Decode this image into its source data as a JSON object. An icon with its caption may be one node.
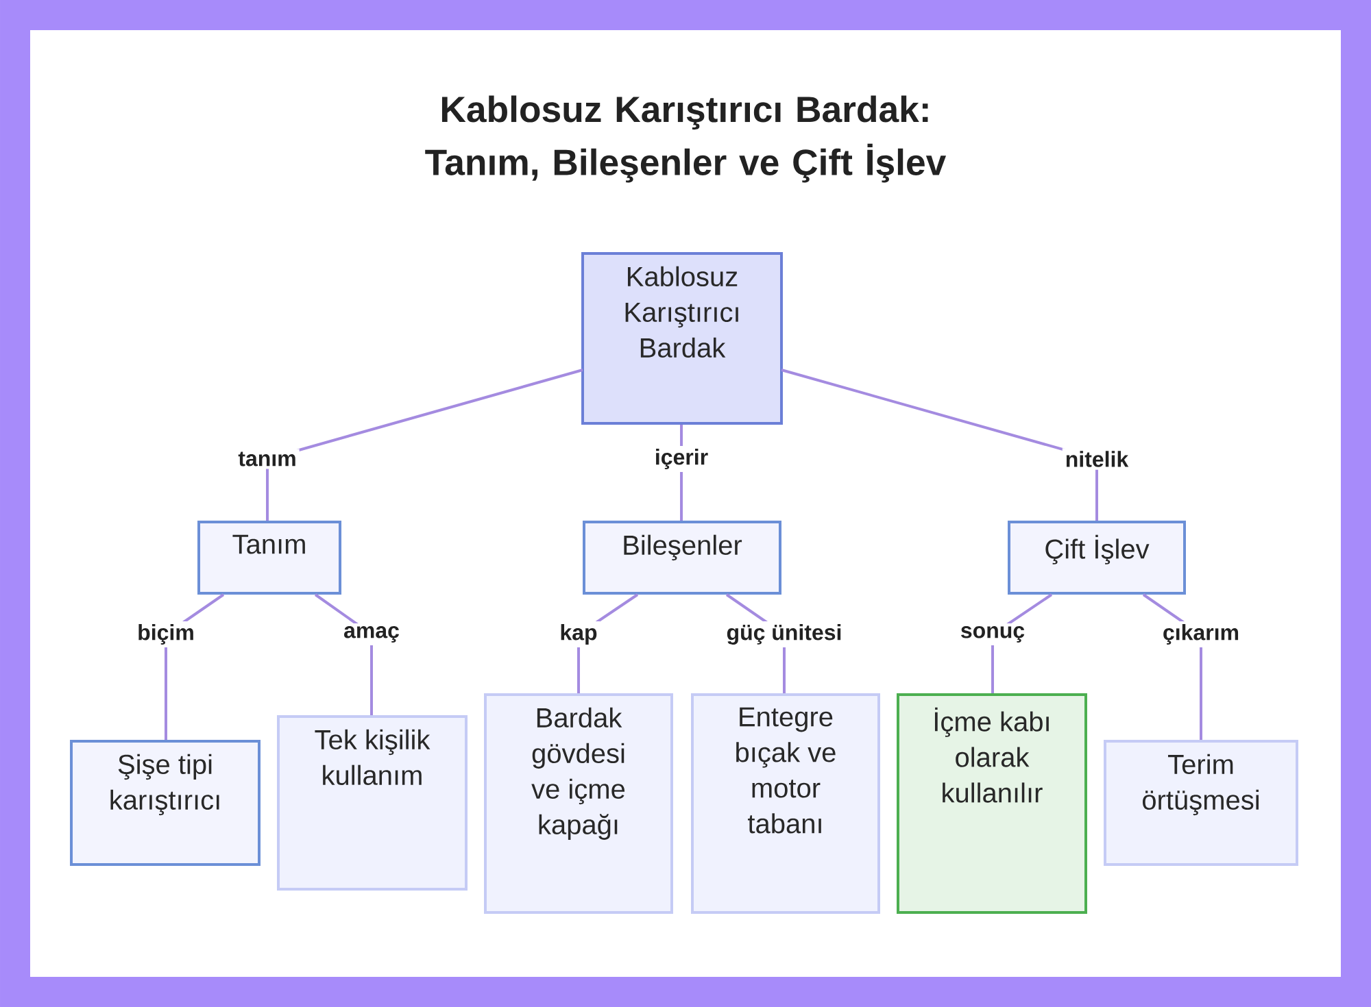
{
  "diagram": {
    "title": "Kablosuz Karıştırıcı Bardak: Tanım, Bileşenler ve Çift İşlev",
    "nodes": [
      {
        "text": [
          "Kablosuz Karıştırıcı Bardak"
        ]
      },
      {
        "text": [
          "Tanım"
        ]
      },
      {
        "text": [
          "Bileşenler"
        ]
      },
      {
        "text": [
          "Çift İşlev"
        ]
      },
      {
        "text": [
          "Şişe tipi karıştırıcı"
        ]
      },
      {
        "text": [
          "Tek kişilik kullanım"
        ]
      },
      {
        "text": [
          "Bardak gövdesi ve içme kapağı"
        ]
      },
      {
        "text": [
          "Entegre bıçak ve motor tabanı"
        ]
      },
      {
        "text": [
          "İçme kabı olarak kullanılır"
        ]
      },
      {
        "text": [
          "Terim örtüşmesi"
        ]
      }
    ],
    "edges": [
      {
        "from": 0,
        "to": 1,
        "arrow": "none",
        "label": "tanım"
      },
      {
        "from": 0,
        "to": 2,
        "arrow": "none",
        "label": "içerir"
      },
      {
        "from": 0,
        "to": 3,
        "arrow": "none",
        "label": "nitelik"
      },
      {
        "from": 1,
        "to": 4,
        "arrow": "none",
        "label": "biçim"
      },
      {
        "from": 1,
        "to": 5,
        "arrow": "none",
        "label": "amaç"
      },
      {
        "from": 2,
        "to": 6,
        "arrow": "none",
        "label": "kap"
      },
      {
        "from": 2,
        "to": 7,
        "arrow": "none",
        "label": "güç ünitesi"
      },
      {
        "from": 3,
        "to": 8,
        "arrow": "none",
        "label": "sonuç"
      },
      {
        "from": 3,
        "to": 9,
        "arrow": "none",
        "label": "çıkarım"
      }
    ]
  }
}
